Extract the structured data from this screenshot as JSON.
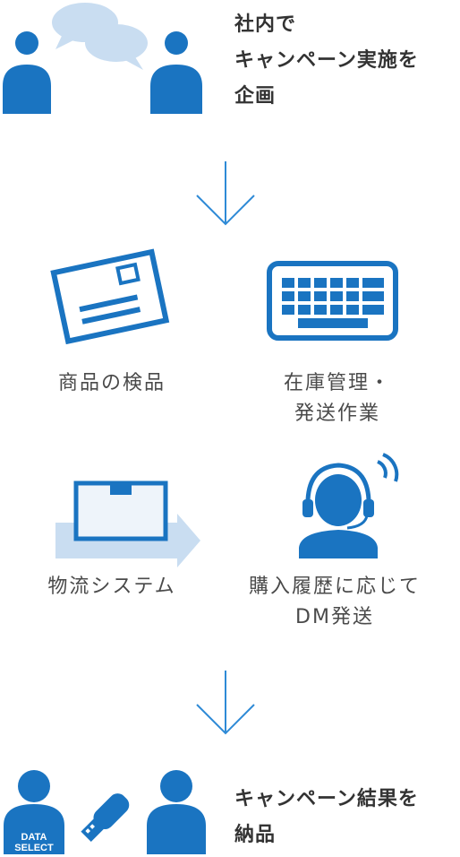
{
  "colors": {
    "primary": "#1a74c1",
    "light": "#c9ddf1",
    "arrow": "#2e8ad6",
    "text": "#333333"
  },
  "step1": {
    "icons": [
      "person-icon",
      "speech-bubbles-icon",
      "person-icon"
    ],
    "text": [
      "社内で",
      "キャンペーン実施を",
      "企画"
    ]
  },
  "tasks": [
    {
      "icon": "postcard-icon",
      "lines": [
        "商品の検品"
      ]
    },
    {
      "icon": "keyboard-icon",
      "lines": [
        "在庫管理・",
        "発送作業"
      ]
    },
    {
      "icon": "box-shipping-icon",
      "lines": [
        "物流システム"
      ]
    },
    {
      "icon": "headset-operator-icon",
      "lines": [
        "購入履歴に応じて",
        "DM発送"
      ]
    }
  ],
  "step3": {
    "icons": [
      "data-select-person-icon",
      "usb-drive-icon",
      "person-icon"
    ],
    "badge": [
      "DATA",
      "SELECT"
    ],
    "text": [
      "キャンペーン結果を",
      "納品"
    ]
  }
}
